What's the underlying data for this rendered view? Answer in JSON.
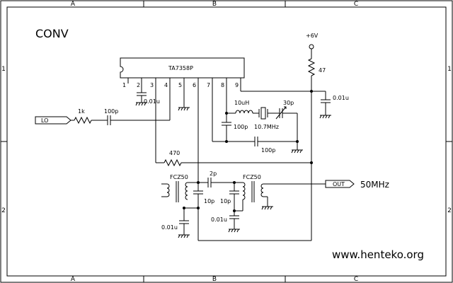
{
  "title": "CONV",
  "website": "www.henteko.org",
  "frame": {
    "columns_top": [
      "A",
      "B",
      "C"
    ],
    "columns_bottom": [
      "A",
      "B",
      "C"
    ],
    "rows_left": [
      "1",
      "2"
    ],
    "rows_right": [
      "1",
      "2"
    ]
  },
  "ic": {
    "name": "TA7358P",
    "pins": [
      "1",
      "2",
      "3",
      "4",
      "5",
      "6",
      "7",
      "8",
      "9"
    ]
  },
  "components": {
    "supply": "+6V",
    "r_supply": "47",
    "c_bypass": "0.01u",
    "c_pin2": "0.01u",
    "r_lo": "1k",
    "c_lo": "100p",
    "r_fb": "470",
    "l_osc": "10uH",
    "c_trim": "30p",
    "c_osc1": "100p",
    "xtal": "10.7MHz",
    "c_osc2": "100p",
    "coil_in": "FCZ50",
    "coil_out": "FCZ50",
    "c_couple": "2p",
    "c_tune1": "10p",
    "c_tune2": "10p",
    "c_dec1": "0.01u",
    "c_dec2": "0.01u"
  },
  "ports": {
    "lo": "LO",
    "out": "OUT",
    "out_freq": "50MHz"
  }
}
